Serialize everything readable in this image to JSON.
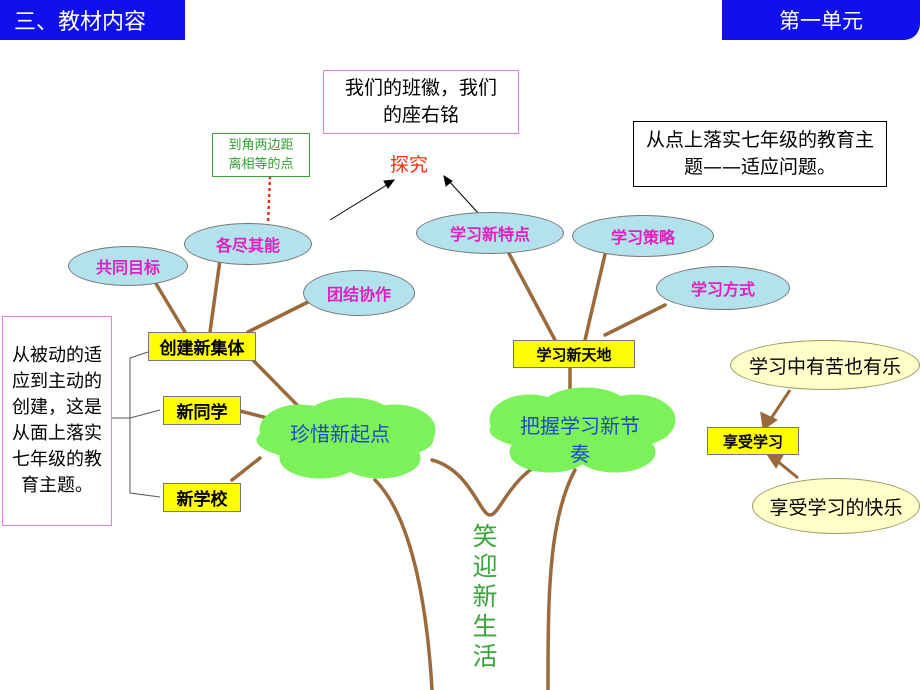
{
  "header": {
    "section_title": "三、教材内容",
    "unit_label": "第一单元"
  },
  "motto_box": {
    "text": "我们的班徽，我们的座右铭"
  },
  "theme_box": {
    "text": "从点上落实七年级的教育主题——适应问题。"
  },
  "side_note": {
    "text": "从被动的适应到主动的创建，这是从面上落实七年级的教育主题。"
  },
  "geometry_hint": {
    "text": "到角两边距离相等的点"
  },
  "explore_label": "探究",
  "left_branch": {
    "cloud": "珍惜新起点",
    "main_label": "创建新集体",
    "ellipses": [
      "共同目标",
      "各尽其能",
      "团结协作"
    ],
    "labels": [
      "新同学",
      "新学校"
    ]
  },
  "right_branch": {
    "cloud": "把握学习新节奏",
    "main_label": "学习新天地",
    "ellipses": [
      "学习新特点",
      "学习策略",
      "学习方式"
    ],
    "enjoy_label": "享受学习",
    "cream_ovals": [
      "学习中有苦也有乐",
      "享受学习的快乐"
    ]
  },
  "trunk_text": "笑迎新生活",
  "colors": {
    "header_blue": "#1010ee",
    "branch_brown": "#9b6a3c",
    "ellipse_fill": "#b3e2ec",
    "ellipse_text": "#e020c0",
    "cloud_green": "#7cf25a",
    "label_yellow": "#ffff00",
    "pink_border": "#e080e0",
    "green_border": "#40a040"
  }
}
